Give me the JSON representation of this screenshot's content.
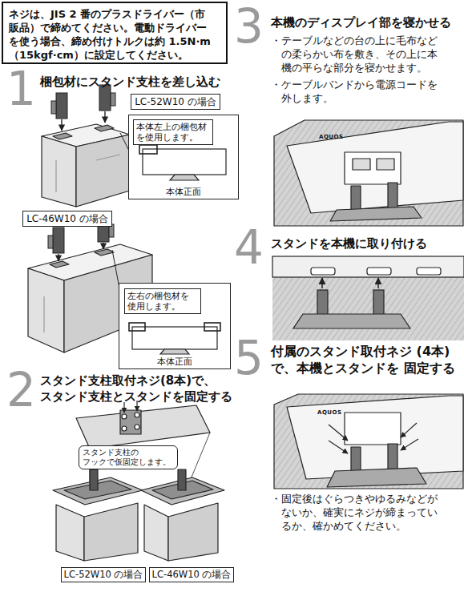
{
  "diagram": {
    "nodes": [
      {
        "text": [
          "ネジは、JIS 2 番のプラスドライバー（市 販品）で締めてください。電動ドライバー を使う場合、締め付けトルクは約 1.5N·m （15kgf·cm）に設定してください。"
        ]
      },
      {
        "text": [
          "LC-52W10 の場合"
        ]
      },
      {
        "text": [
          "本体正面"
        ]
      },
      {
        "text": [
          "本体左上の梱包材 を使用します。"
        ],
        "in": 2
      },
      {
        "text": [
          "LC-46W10 の場合"
        ]
      },
      {
        "text": [
          "本体正面"
        ]
      },
      {
        "text": [
          "左右の梱包材を 使用します。"
        ],
        "in": 5
      },
      {
        "text": [
          "スタンド支柱の フックで仮固定します。"
        ]
      },
      {
        "text": [
          "LC-52W10 の場合"
        ]
      },
      {
        "text": [
          "LC-46W10 の場合"
        ]
      }
    ],
    "labels": [
      "1",
      "梱包材にスタンド支柱を差し込む",
      "2",
      "スタンド支柱取付ネジ(8本)で、 スタンド支柱とスタンドを固定する",
      "3",
      "本機のディスプレイ部を寝かせる",
      "・テーブルなどの台の上に毛布など の柔らかい布を敷き、その上に本 機の平らな部分を寝かせます。",
      "・ケーブルバンドから電源コードを 外します。",
      "AQUOS",
      "4",
      "スタンドを本機に取り付ける",
      "5",
      "付属のスタンド取付ネジ (4本)で、本機とスタンドを 固定する",
      "AQUOS",
      "・固定後はぐらつきやゆるみなどが ないか、確実にネジが締まってい るか、確かめてください。"
    ]
  }
}
